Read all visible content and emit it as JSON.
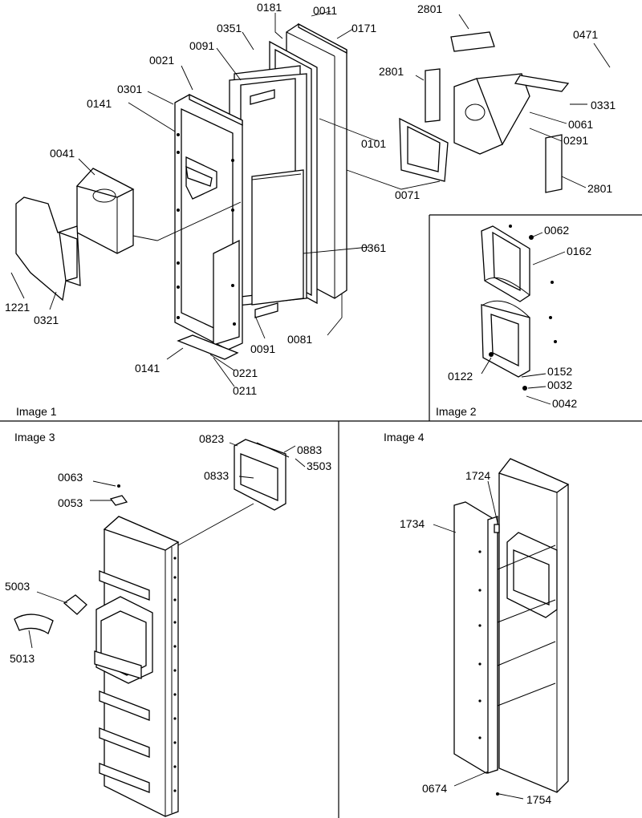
{
  "panels": [
    {
      "title": "Image 1"
    },
    {
      "title": "Image 2"
    },
    {
      "title": "Image 3"
    },
    {
      "title": "Image 4"
    }
  ],
  "callouts": {
    "p1": [
      "0181",
      "0011",
      "0351",
      "0171",
      "0091",
      "0021",
      "0301",
      "0141",
      "0041",
      "0101",
      "0361",
      "1221",
      "0321",
      "0091",
      "0081",
      "0141",
      "0221",
      "0211",
      "0071",
      "2801",
      "0471",
      "2801",
      "0331",
      "0061",
      "0291",
      "2801"
    ],
    "p2": [
      "0062",
      "0162",
      "0122",
      "0152",
      "0032",
      "0042"
    ],
    "p3": [
      "0823",
      "0883",
      "3503",
      "0833",
      "0063",
      "0053",
      "5003",
      "5013"
    ],
    "p4": [
      "1724",
      "1734",
      "0674",
      "1754"
    ]
  }
}
